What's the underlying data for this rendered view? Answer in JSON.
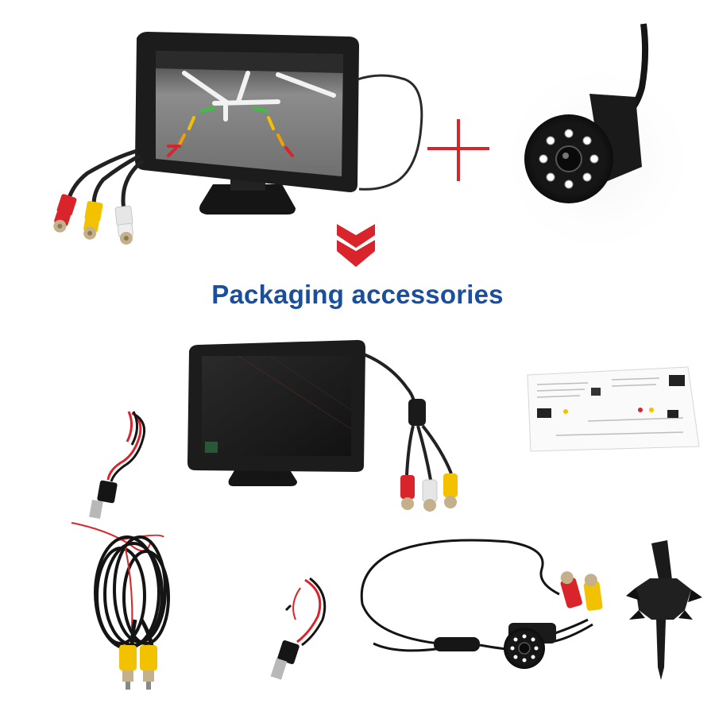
{
  "product_image": {
    "headline": "Packaging accessories",
    "colors": {
      "headline": "#1b4f9c",
      "plus_sign": "#d8242a",
      "down_arrow": "#d8242a",
      "background": "#ffffff",
      "device_body": "#1a1a1a",
      "rca_red": "#d8242a",
      "rca_yellow": "#f2c200",
      "rca_white": "#e6e6e6",
      "led": "#ffffff"
    },
    "items": {
      "top_monitor": "monitor-with-parking-guidelines",
      "plus": "plus-sign",
      "top_camera": "eight-led-rear-camera",
      "divider_arrow": "double-chevron-down",
      "bundle_monitor": "monitor",
      "manual": "wiring-manual-sheet",
      "power_cable": "red-black-dc-power-cable",
      "extension_cable": "rca-extension-cable-coil",
      "camera_harness": "camera-with-rca-harness",
      "drill_bit": "hole-saw-drill-bit"
    }
  }
}
